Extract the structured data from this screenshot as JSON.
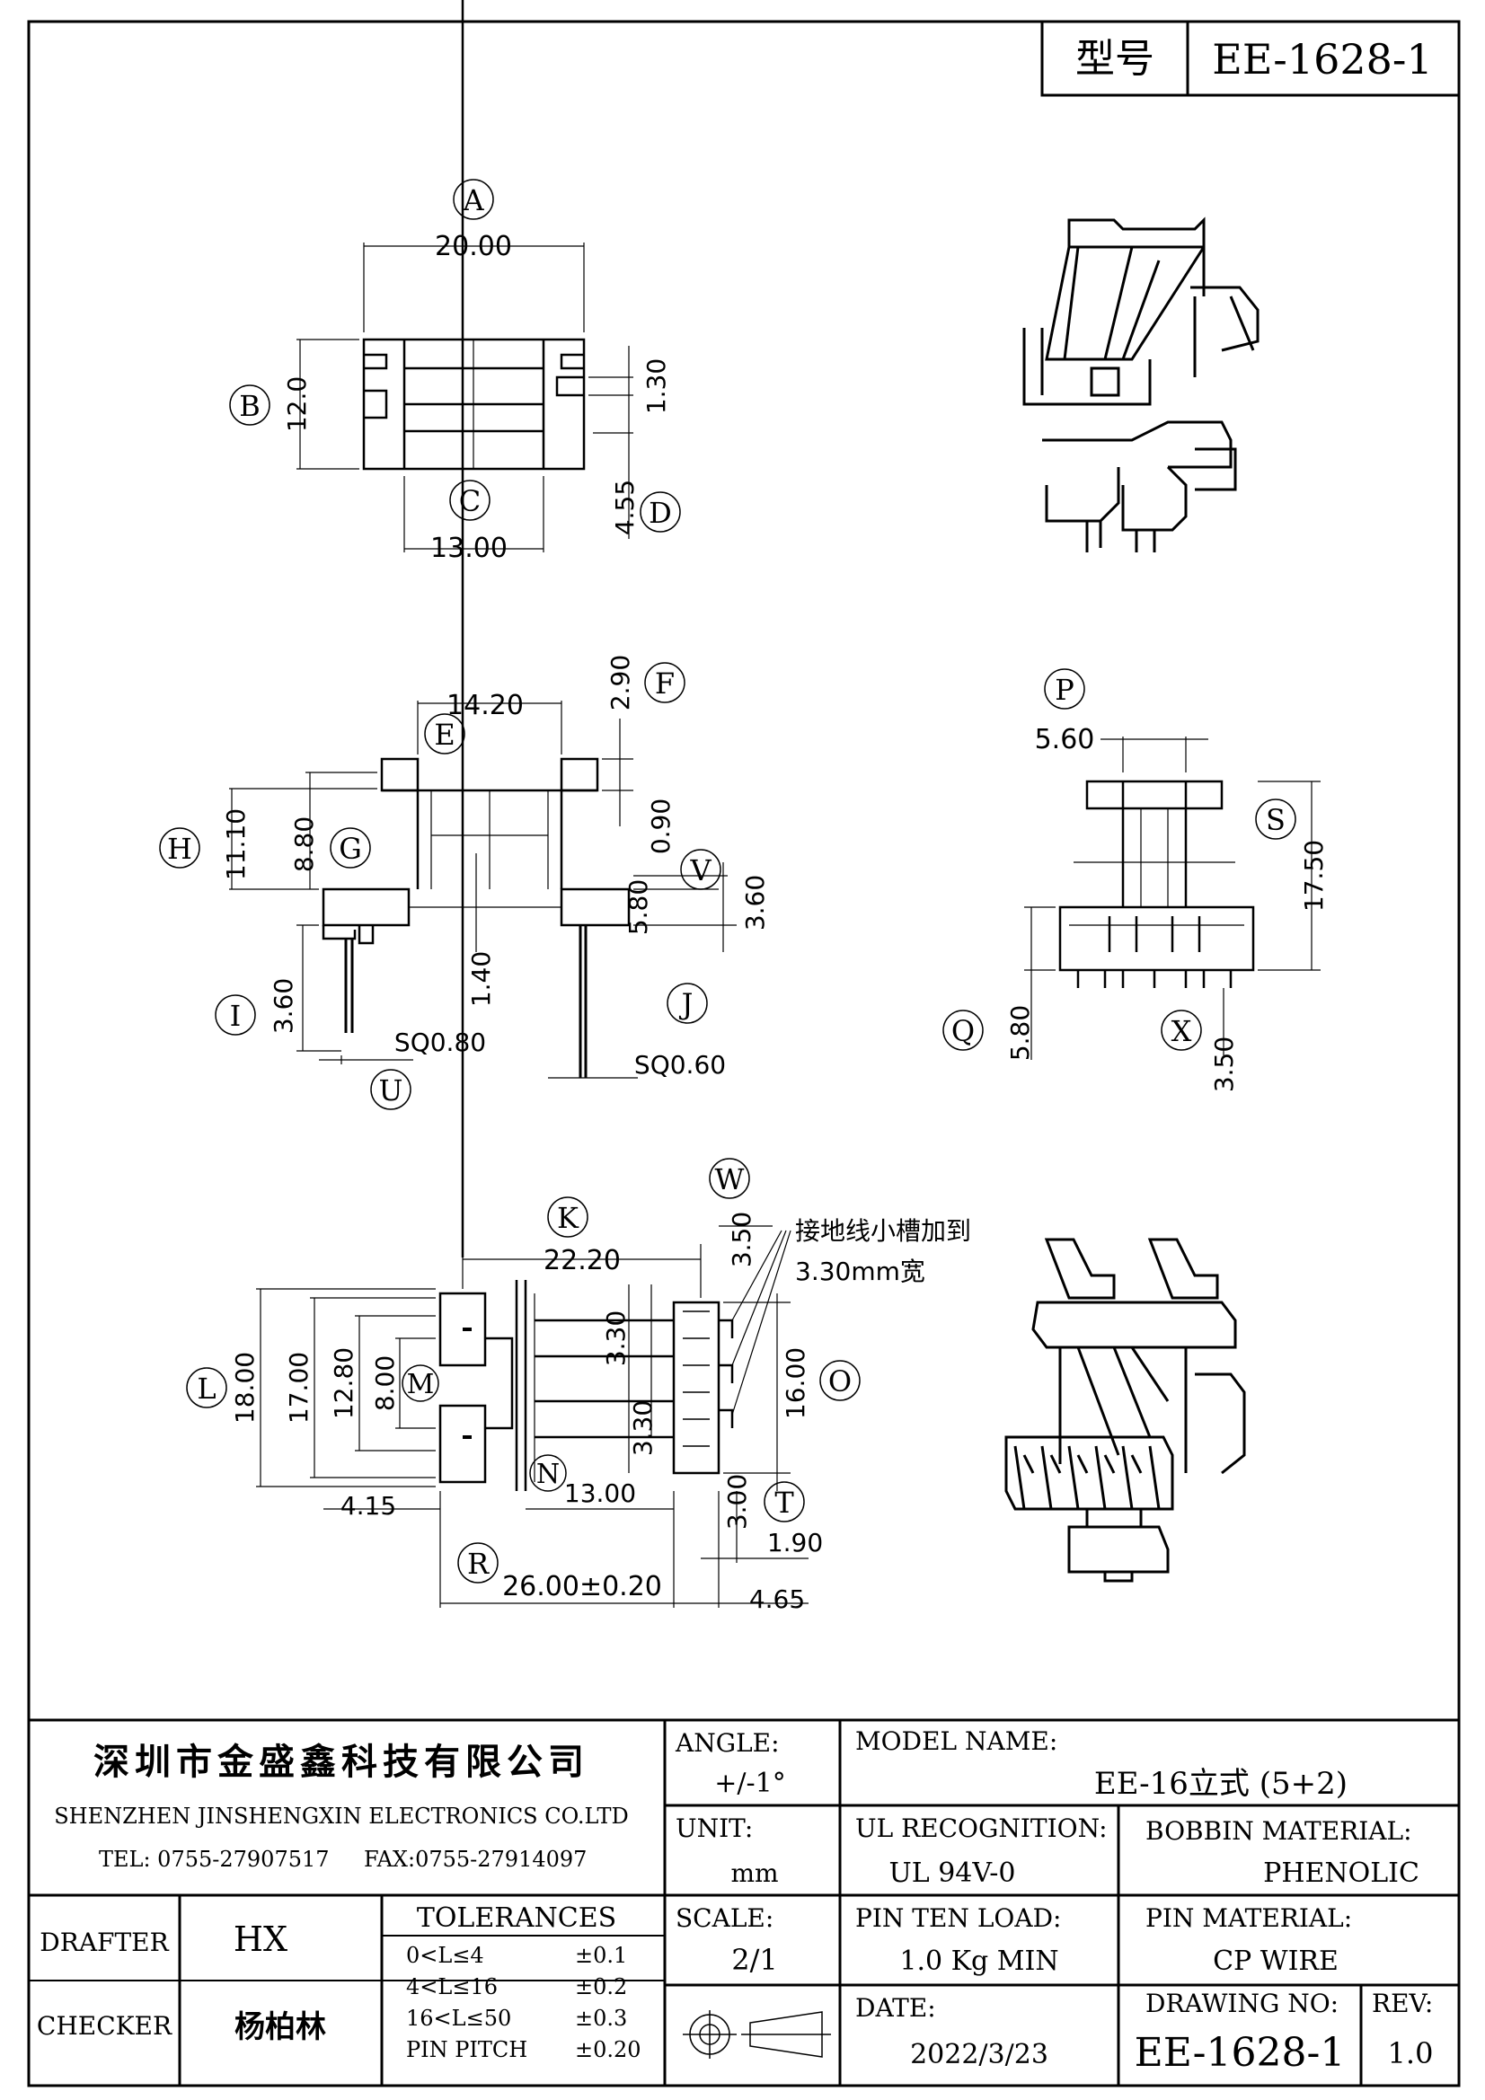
{
  "title_box": {
    "label": "型号",
    "value": "EE-1628-1"
  },
  "dims": {
    "A": "A",
    "B": "B",
    "C": "C",
    "D": "D",
    "E": "E",
    "F": "F",
    "G": "G",
    "H": "H",
    "I": "I",
    "J": "J",
    "K": "K",
    "L": "L",
    "M": "M",
    "N": "N",
    "O": "O",
    "P": "P",
    "Q": "Q",
    "R": "R",
    "S": "S",
    "T": "T",
    "U": "U",
    "V": "V",
    "W": "W",
    "X": "X",
    "top_width": "20.00",
    "top_height": "12.0",
    "top_inner": "13.00",
    "slot": "1.30",
    "d_val": "4.55",
    "e_val": "14.20",
    "f_val": "2.90",
    "h_val": "11.10",
    "g_val": "8.80",
    "g2_val": "0.90",
    "v1": "5.80",
    "v2": "3.60",
    "i_val": "3.60",
    "c14": "1.40",
    "sq08": "SQ0.80",
    "sq06": "SQ0.60",
    "p_val": "5.60",
    "s_val": "17.50",
    "q_val": "5.80",
    "x_val": "3.50",
    "k_val": "22.20",
    "w_val": "3.50",
    "note1": "接地线小槽加到",
    "note2": "3.30mm宽",
    "l_val": "18.00",
    "l2": "17.00",
    "l3": "12.80",
    "m_val": "8.00",
    "p33a": "3.30",
    "p33b": "3.30",
    "o_val": "16.00",
    "n_val": "13.00",
    "left415": "4.15",
    "t_val": "3.00",
    "t2": "1.90",
    "r_val": "26.00±0.20",
    "r2": "4.65"
  },
  "titleblock": {
    "company_cn": "深圳市金盛鑫科技有限公司",
    "company_en": "SHENZHEN JINSHENGXIN ELECTRONICS CO.LTD",
    "tel": "TEL: 0755-27907517",
    "fax": "FAX:0755-27914097",
    "angle_label": "ANGLE:",
    "angle_value": "+/-1°",
    "model_label": "MODEL NAME:",
    "model_value": "EE-16立式 (5+2)",
    "unit_label": "UNIT:",
    "unit_value": "mm",
    "ul_label": "UL RECOGNITION:",
    "ul_value": "UL 94V-0",
    "bobbin_label": "BOBBIN MATERIAL:",
    "bobbin_value": "PHENOLIC",
    "drafter_label": "DRAFTER",
    "drafter_value": "HX",
    "tol_label": "TOLERANCES",
    "tol_rows": [
      {
        "range": "0<L≤4",
        "value": "±0.1"
      },
      {
        "range": "4<L≤16",
        "value": "±0.2"
      },
      {
        "range": "16<L≤50",
        "value": "±0.3"
      },
      {
        "range": "PIN PITCH",
        "value": "±0.20"
      }
    ],
    "scale_label": "SCALE:",
    "scale_value": "2/1",
    "pinload_label": "PIN TEN LOAD:",
    "pinload_value": "1.0 Kg MIN",
    "pinmat_label": "PIN MATERIAL:",
    "pinmat_value": "CP WIRE",
    "checker_label": "CHECKER",
    "checker_value": "杨柏林",
    "date_label": "DATE:",
    "date_value": "2022/3/23",
    "drawno_label": "DRAWING NO:",
    "drawno_value": "EE-1628-1",
    "rev_label": "REV:",
    "rev_value": "1.0"
  }
}
